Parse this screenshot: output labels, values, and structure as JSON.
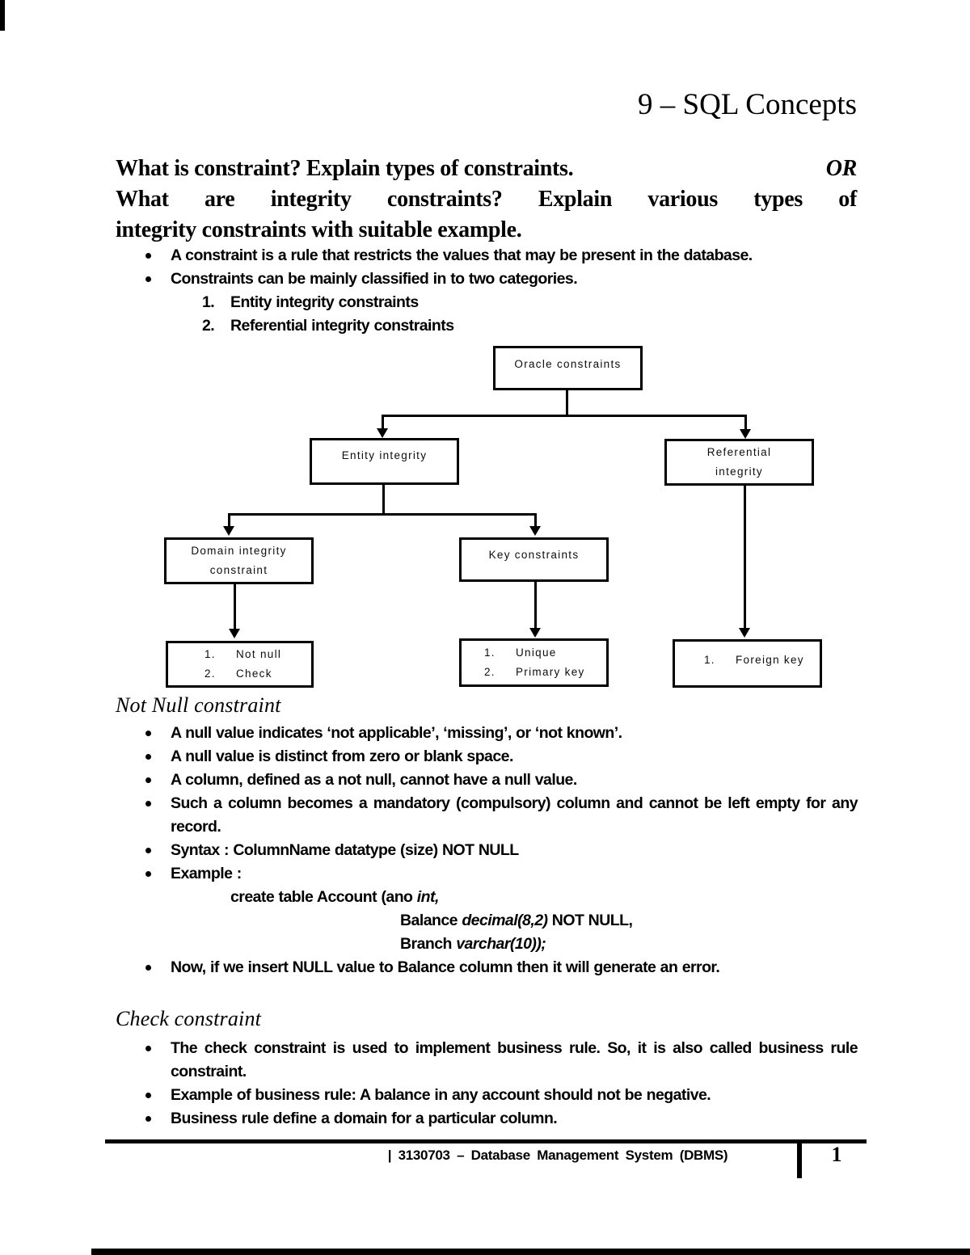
{
  "page": {
    "title": "9 – SQL Concepts",
    "footer": "| 3130703 – Database Management System (DBMS)",
    "page_number": "1"
  },
  "question": {
    "line1": "What is constraint? Explain types of constraints.",
    "or": "OR",
    "line2": "What are integrity constraints? Explain various types of",
    "line3": "integrity constraints with suitable example."
  },
  "intro": {
    "bullets": [
      "A constraint is a rule that restricts the values that may be present in the database.",
      "Constraints can be mainly classified in to two categories."
    ],
    "numbered": [
      {
        "n": "1.",
        "t": "Entity integrity constraints"
      },
      {
        "n": "2.",
        "t": "Referential integrity constraints"
      }
    ]
  },
  "diagram": {
    "root": "Oracle constraints",
    "entity": "Entity integrity",
    "referential": [
      "Referential",
      "integrity"
    ],
    "domain": [
      "Domain integrity",
      "constraint"
    ],
    "key": "Key constraints",
    "leaf_domain": [
      {
        "n": "1.",
        "t": "Not null"
      },
      {
        "n": "2.",
        "t": "Check"
      }
    ],
    "leaf_key": [
      {
        "n": "1.",
        "t": "Unique"
      },
      {
        "n": "2.",
        "t": "Primary key"
      }
    ],
    "leaf_ref": [
      {
        "n": "1.",
        "t": "Foreign key"
      }
    ]
  },
  "not_null": {
    "heading": "Not Null constraint",
    "bullets": [
      "A null value indicates ‘not applicable’, ‘missing’, or ‘not known’.",
      "A null value is distinct from zero or blank space.",
      "A column, defined as a not null, cannot have a null value.",
      "Such a column becomes a mandatory (compulsory) column and cannot be left empty for any record."
    ],
    "syntax_label": "Syntax",
    "syntax_rest": " : ColumnName datatype (size) NOT NULL",
    "example_label": "Example",
    "example_rest": " :",
    "code1_a": "create table Account  (ano ",
    "code1_b": "int,",
    "code2_a": "Balance ",
    "code2_b": "decimal(8,2)",
    "code2_c": " NOT NULL,",
    "code3_a": "Branch ",
    "code3_b": "varchar(10));",
    "final_bullet": "Now, if we insert NULL value to Balance column then it will generate an error."
  },
  "check": {
    "heading": "Check constraint",
    "bullets": [
      "The check constraint is used to implement business rule. So, it is also called business rule constraint.",
      "Example of business rule: A balance in any account should not be negative.",
      "Business rule define a domain for a particular column."
    ]
  }
}
